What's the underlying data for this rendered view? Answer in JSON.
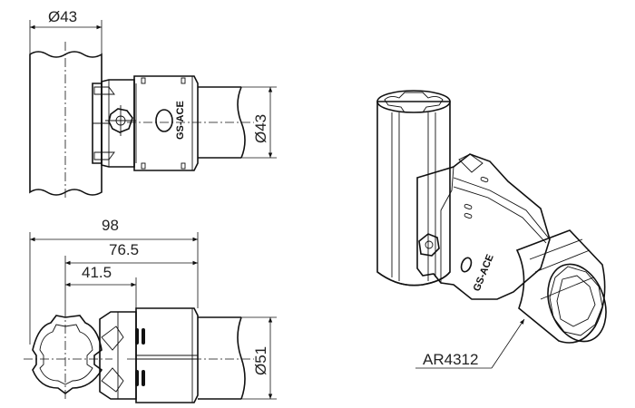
{
  "dimensions": {
    "top_tube_diameter": "Ø43",
    "side_tube_diameter": "Ø43",
    "overall_length": "98",
    "length_mid": "76.5",
    "length_short": "41.5",
    "bottom_tube_diameter": "Ø51"
  },
  "brand_text": "GS-ACE",
  "part_number": "AR4312",
  "colors": {
    "line": "#111111",
    "copper": "#e9bf9f",
    "copper_shade": "#d59a70",
    "tube_gray": "#ececec",
    "tube_shade": "#cfcfcf"
  }
}
